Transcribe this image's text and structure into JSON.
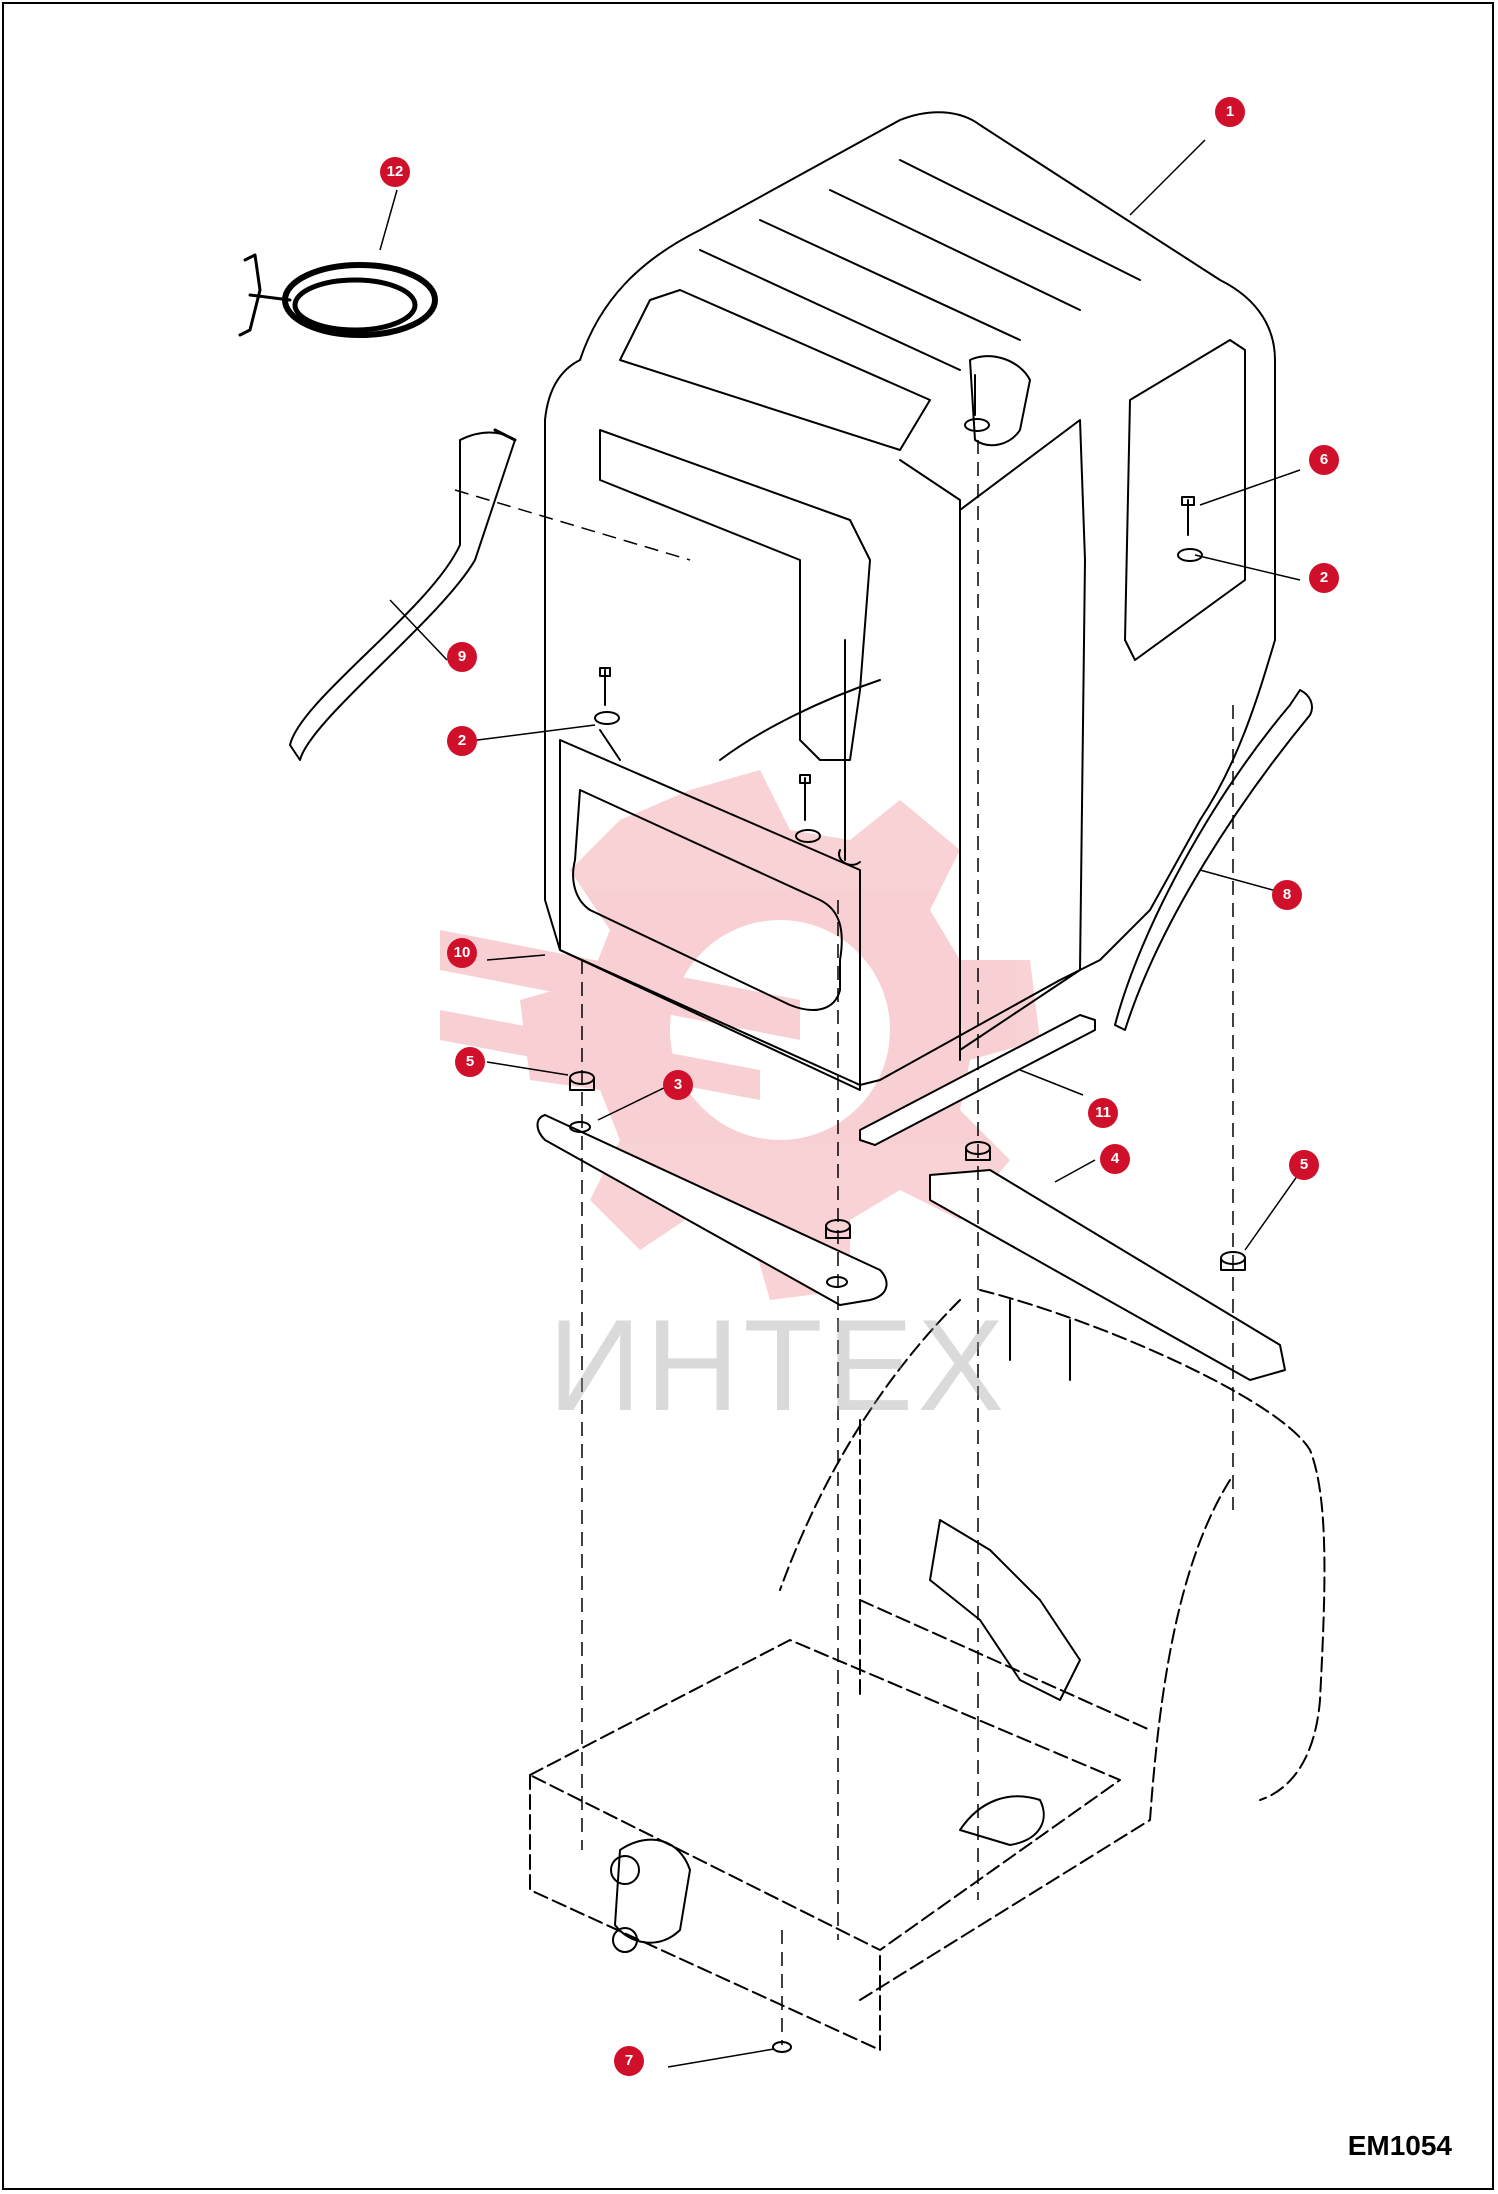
{
  "figure_code": "EM1054",
  "watermark_text": "ИНТЕХ",
  "callout_color": "#d0102b",
  "callouts": [
    {
      "label": "1"
    },
    {
      "label": "12"
    },
    {
      "label": "6"
    },
    {
      "label": "2"
    },
    {
      "label": "9"
    },
    {
      "label": "2"
    },
    {
      "label": "8"
    },
    {
      "label": "10"
    },
    {
      "label": "5"
    },
    {
      "label": "3"
    },
    {
      "label": "11"
    },
    {
      "label": "4"
    },
    {
      "label": "5"
    },
    {
      "label": "7"
    }
  ]
}
